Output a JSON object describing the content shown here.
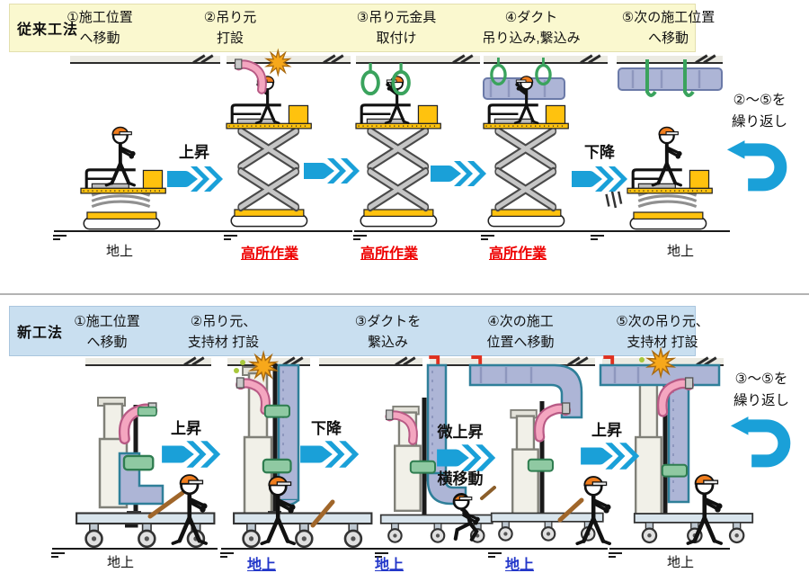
{
  "colors": {
    "conventional_band_bg": "#FAF8CF",
    "new_band_bg": "#C9DFF0",
    "arrow_blue": "#1AA0D8",
    "high_work_red": "#EE0000",
    "ground_blue": "#2236C9"
  },
  "top": {
    "method_label": "従来工法",
    "steps": [
      {
        "line1": "①施工位置",
        "line2": "へ移動"
      },
      {
        "line1": "②吊り元",
        "line2": "打設"
      },
      {
        "line1": "③吊り元金具",
        "line2": "取付け"
      },
      {
        "line1": "④ダクト",
        "line2": "吊り込み,繋込み"
      },
      {
        "line1": "⑤次の施工位置",
        "line2": "へ移動"
      }
    ],
    "transitions": [
      {
        "label": "上昇"
      },
      {
        "label": ""
      },
      {
        "label": ""
      },
      {
        "label": "下降"
      }
    ],
    "ground_labels": [
      {
        "text": "地上",
        "emphasis": false
      },
      {
        "text": "高所作業",
        "emphasis": true
      },
      {
        "text": "高所作業",
        "emphasis": true
      },
      {
        "text": "高所作業",
        "emphasis": true
      },
      {
        "text": "地上",
        "emphasis": false
      }
    ],
    "repeat_note": {
      "line1": "②～⑤を",
      "line2": "繰り返し"
    }
  },
  "bottom": {
    "method_label": "新工法",
    "steps": [
      {
        "line1": "①施工位置",
        "line2": "へ移動"
      },
      {
        "line1": "②吊り元、",
        "line2": "支持材 打設"
      },
      {
        "line1": "③ダクトを",
        "line2": "繋込み"
      },
      {
        "line1": "④次の施工",
        "line2": "位置へ移動"
      },
      {
        "line1": "⑤次の吊り元、",
        "line2": "支持材 打設"
      }
    ],
    "transitions": [
      {
        "label": "上昇",
        "label2": ""
      },
      {
        "label": "下降",
        "label2": ""
      },
      {
        "label": "微上昇",
        "label2": "横移動"
      },
      {
        "label": "上昇",
        "label2": ""
      }
    ],
    "ground_labels": [
      {
        "text": "地上",
        "emphasis": false
      },
      {
        "text": "地上",
        "emphasis": true
      },
      {
        "text": "地上",
        "emphasis": true
      },
      {
        "text": "地上",
        "emphasis": true
      },
      {
        "text": "地上",
        "emphasis": false
      }
    ],
    "repeat_note": {
      "line1": "③～⑤を",
      "line2": "繰り返し"
    }
  }
}
